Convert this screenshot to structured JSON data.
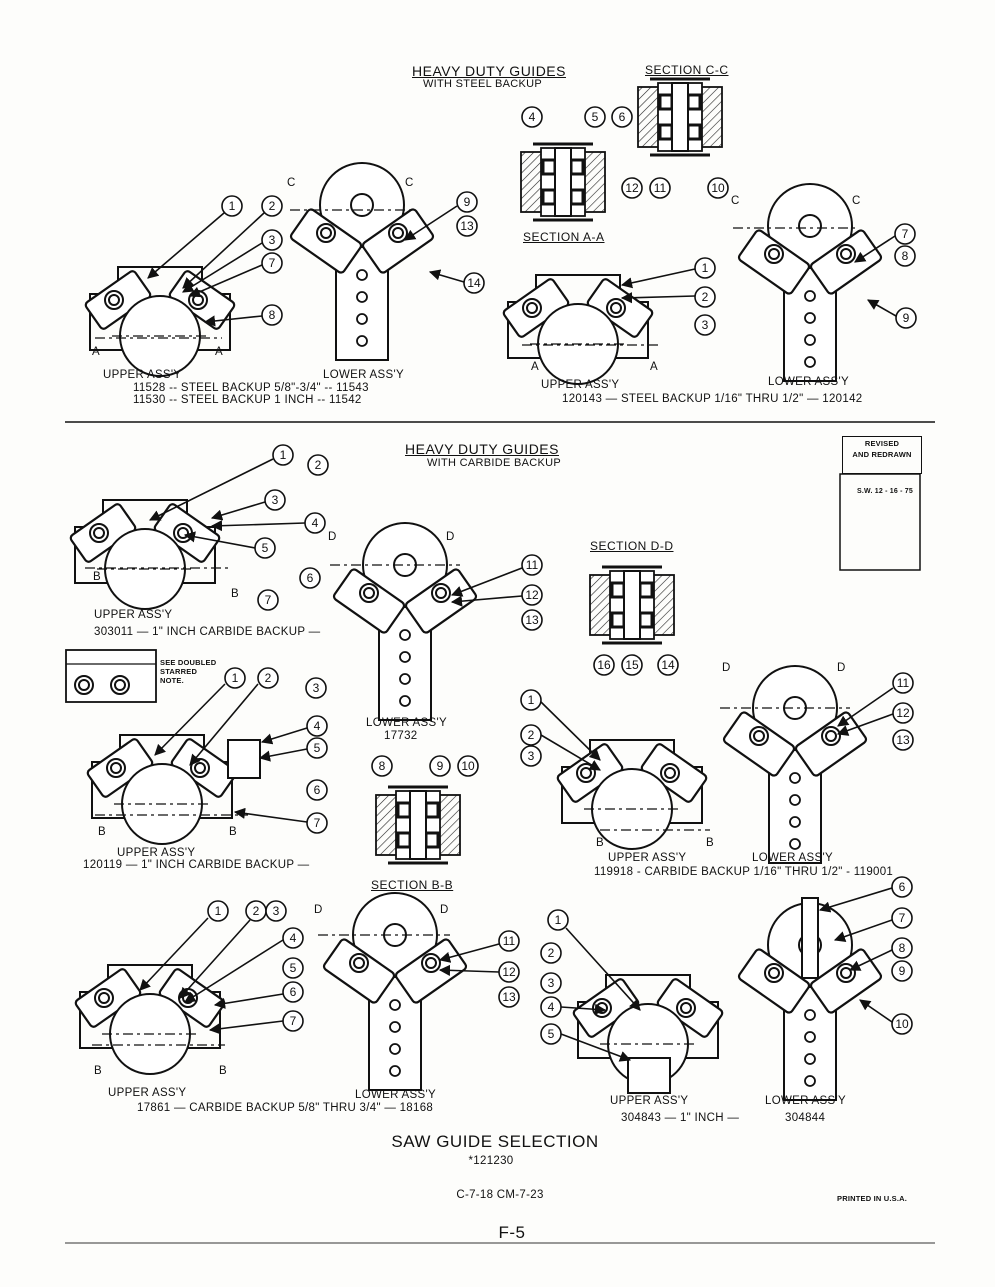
{
  "top": {
    "title": "HEAVY DUTY GUIDES",
    "subtitle": "WITH STEEL BACKUP",
    "section_cc": "SECTION C-C",
    "section_aa": "SECTION A-A",
    "upper_label": "UPPER ASS'Y",
    "lower_label": "LOWER ASS'Y",
    "lines_left": [
      "11528 -- STEEL BACKUP 5/8\"-3/4\" -- 11543",
      "11530 -- STEEL BACKUP 1 INCH -- 11542"
    ],
    "line_right": "120143 — STEEL BACKUP 1/16\" THRU 1/2\" — 120142",
    "letter_a": "A",
    "letter_c": "C"
  },
  "mid": {
    "title": "HEAVY DUTY GUIDES",
    "subtitle": "WITH CARBIDE BACKUP",
    "revised_1": "REVISED",
    "revised_2": "AND REDRAWN",
    "revised_3": "S.W. 12 - 16 - 75",
    "upper_1": "UPPER ASS'Y",
    "upper_1_line": "303011 — 1\" INCH CARBIDE BACKUP —",
    "lower_1": "LOWER ASS'Y",
    "lower_1_num": "17732",
    "section_dd": "SECTION D-D",
    "section_bb": "SECTION B-B",
    "note": [
      "SEE DOUBLED",
      "STARRED",
      "NOTE."
    ],
    "upper_2": "UPPER ASS'Y",
    "upper_2_line": "120119 — 1\" INCH CARBIDE BACKUP —",
    "upper_3": "UPPER ASS'Y",
    "lower_3": "LOWER ASS'Y",
    "line_3": "119918 - CARBIDE BACKUP 1/16\" THRU 1/2\" - 119001",
    "letter_b": "B",
    "letter_d": "D"
  },
  "bottom": {
    "upper_label": "UPPER ASS'Y",
    "lower_label": "LOWER ASS'Y",
    "line_left": "17861 — CARBIDE BACKUP 5/8\" THRU 3/4\" — 18168",
    "upper_2": "UPPER ASS'Y",
    "lower_2": "LOWER ASS'Y",
    "num_upper": "304843 — 1\" INCH —",
    "num_lower": "304844"
  },
  "footer": {
    "title": "SAW GUIDE SELECTION",
    "number": "*121230",
    "codes": "C-7-18   CM-7-23",
    "printed": "PRINTED IN U.S.A.",
    "page": "F-5"
  }
}
